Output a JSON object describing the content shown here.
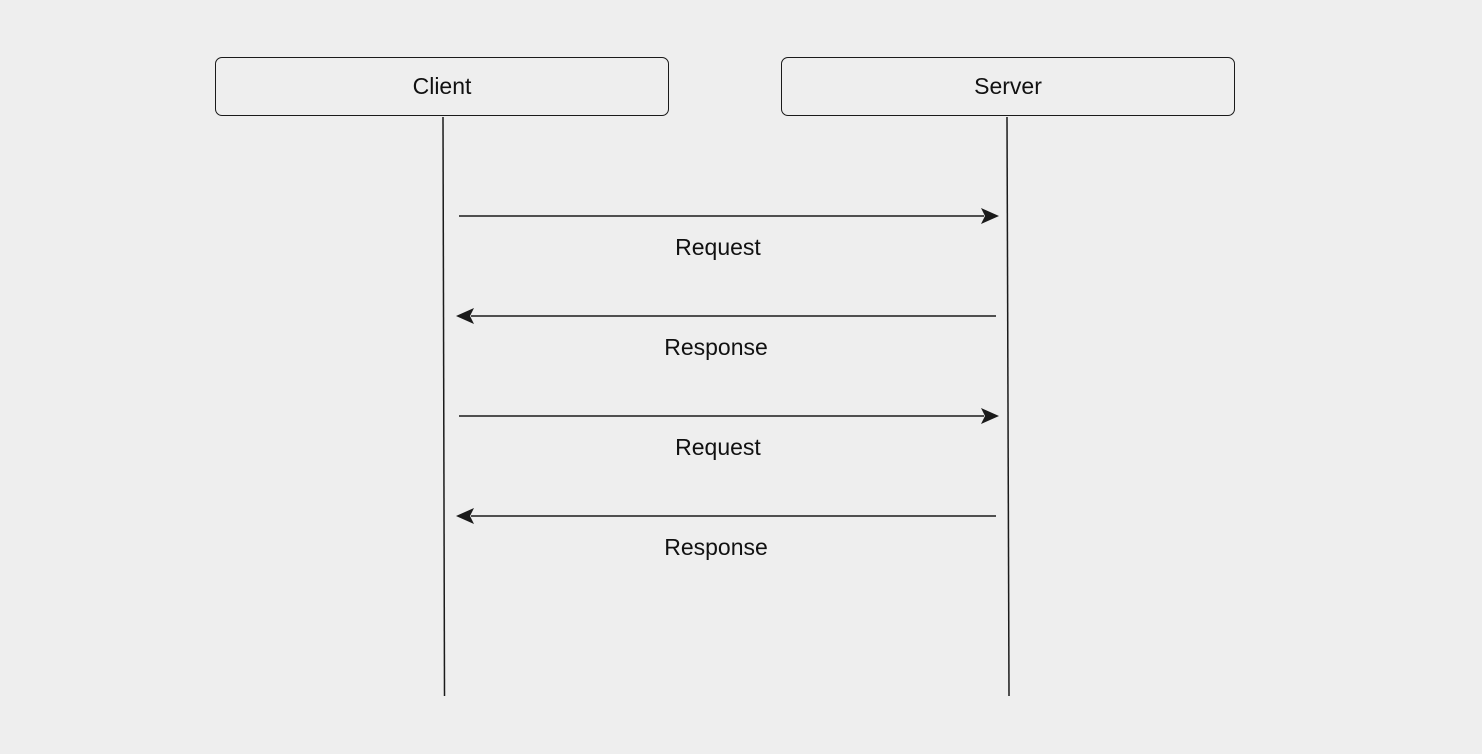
{
  "participants": {
    "client": "Client",
    "server": "Server"
  },
  "messages": [
    {
      "label": "Request",
      "from": "client",
      "to": "server"
    },
    {
      "label": "Response",
      "from": "server",
      "to": "client"
    },
    {
      "label": "Request",
      "from": "client",
      "to": "server"
    },
    {
      "label": "Response",
      "from": "server",
      "to": "client"
    }
  ],
  "colors": {
    "background": "#eeeeee",
    "line": "#1a1a1a",
    "text": "#111111"
  }
}
